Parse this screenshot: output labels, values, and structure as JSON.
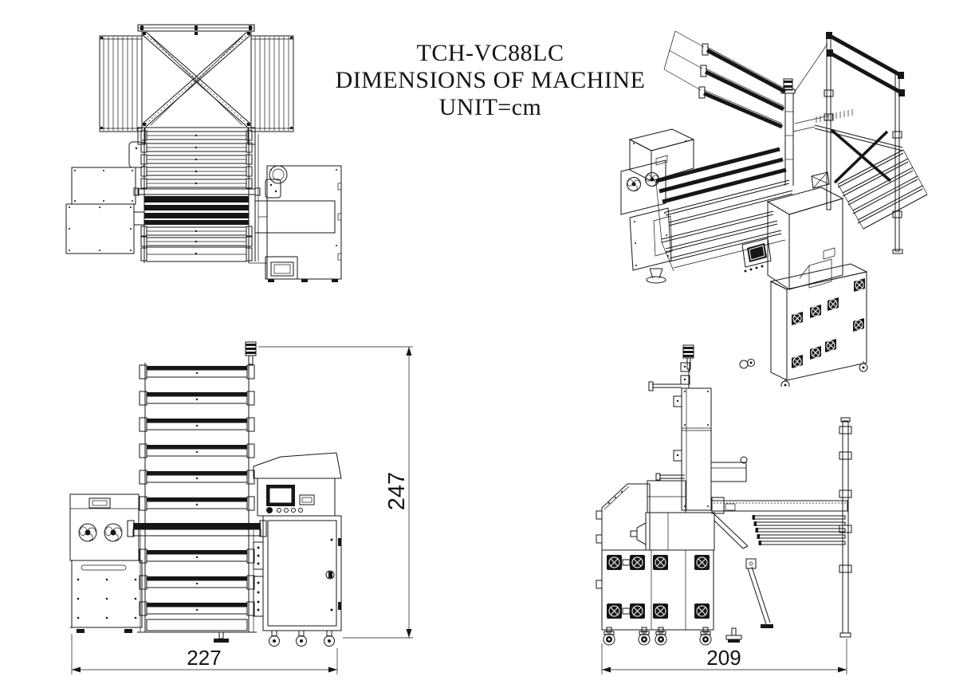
{
  "title": {
    "model": "TCH-VC88LC",
    "caption": "DIMENSIONS OF MACHINE",
    "unit_line": "UNIT=cm"
  },
  "dims": {
    "front_width": "227",
    "front_height": "247",
    "side_depth": "209",
    "unit": "cm"
  },
  "views": {
    "top": "top-view",
    "isometric": "isometric-view",
    "front": "front-view",
    "side": "side-view"
  },
  "colors": {
    "line": "#161616",
    "background": "#ffffff"
  }
}
